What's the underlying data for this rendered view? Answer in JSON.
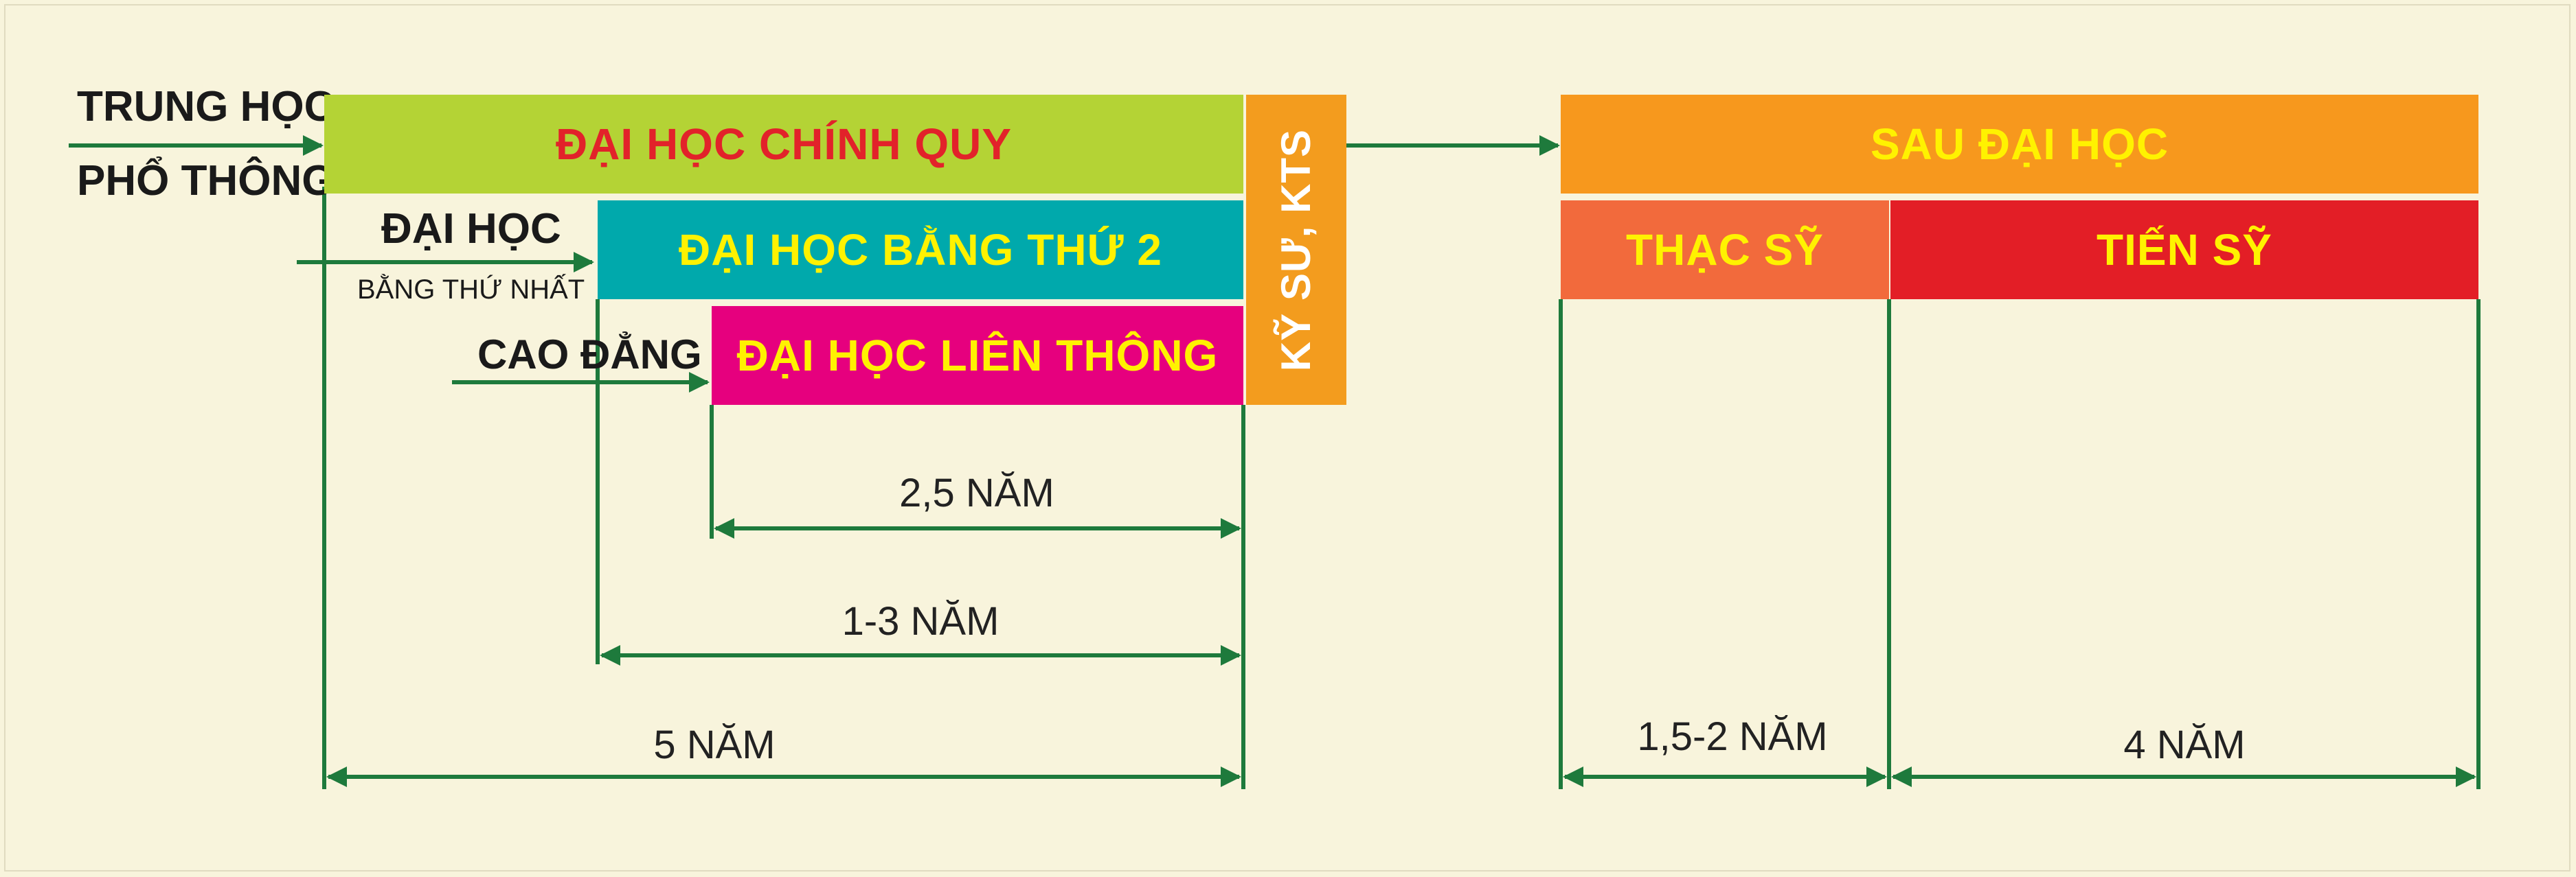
{
  "colors": {
    "background": "#f8f4dc",
    "line_green": "#1e7a3c",
    "chinh_quy": "#b4d335",
    "bang_thu_2": "#00a9ac",
    "lien_thong": "#e6007e",
    "ky_su": "#f39c1e",
    "sau_dai_hoc": "#f7981d",
    "thac_sy": "#f26a3c",
    "tien_sy": "#e31e26",
    "red_text": "#e2222a",
    "yellow_text": "#fff200"
  },
  "entry": {
    "thpt_line1": "TRUNG HỌC",
    "thpt_line2": "PHỔ THÔNG",
    "dai_hoc": "ĐẠI HỌC",
    "bang_thu_nhat": "BẰNG THỨ NHẤT",
    "cao_dang": "CAO ĐẲNG"
  },
  "programs": {
    "chinh_quy": "ĐẠI HỌC CHÍNH QUY",
    "bang_thu_2": "ĐẠI HỌC BẰNG THỨ 2",
    "lien_thong": "ĐẠI HỌC LIÊN THÔNG",
    "ky_su": "KỸ SƯ, KTS"
  },
  "postgrad": {
    "title": "SAU ĐẠI HỌC",
    "thac_sy": "THẠC SỸ",
    "tien_sy": "TIẾN SỸ"
  },
  "durations": {
    "lien_thong": "2,5 NĂM",
    "bang_thu_2": "1-3 NĂM",
    "chinh_quy": "5 NĂM",
    "thac_sy": "1,5-2 NĂM",
    "tien_sy": "4 NĂM"
  }
}
